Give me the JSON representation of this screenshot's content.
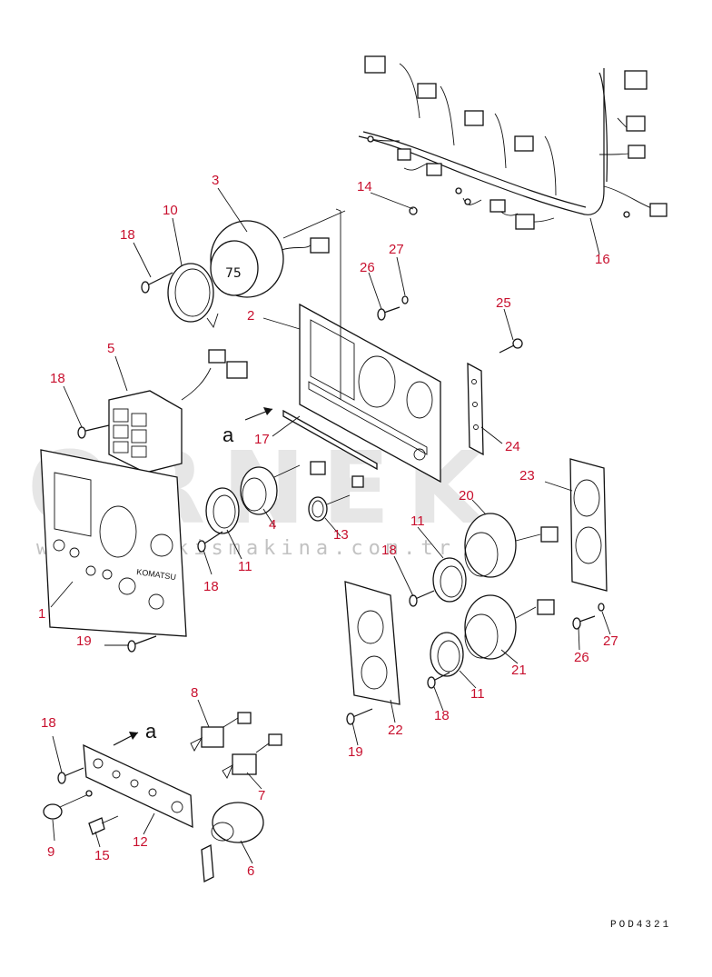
{
  "watermark": {
    "brand": "ORNEK",
    "url": "www.ornekismakina.com.tr"
  },
  "doc_id": "POD4321",
  "view_ref": "a",
  "callouts": {
    "c1": "1",
    "c2": "2",
    "c3": "3",
    "c4": "4",
    "c5": "5",
    "c6": "6",
    "c7": "7",
    "c8": "8",
    "c9": "9",
    "c10": "10",
    "c11a": "11",
    "c11b": "11",
    "c11c": "11",
    "c12": "12",
    "c13": "13",
    "c14": "14",
    "c15": "15",
    "c16": "16",
    "c17": "17",
    "c18a": "18",
    "c18b": "18",
    "c18c": "18",
    "c18d": "18",
    "c18e": "18",
    "c18f": "18",
    "c19a": "19",
    "c19b": "19",
    "c20": "20",
    "c21": "21",
    "c22": "22",
    "c23": "23",
    "c24": "24",
    "c25": "25",
    "c26a": "26",
    "c26b": "26",
    "c27a": "27",
    "c27b": "27"
  },
  "panel_brand": "KOMATSU"
}
